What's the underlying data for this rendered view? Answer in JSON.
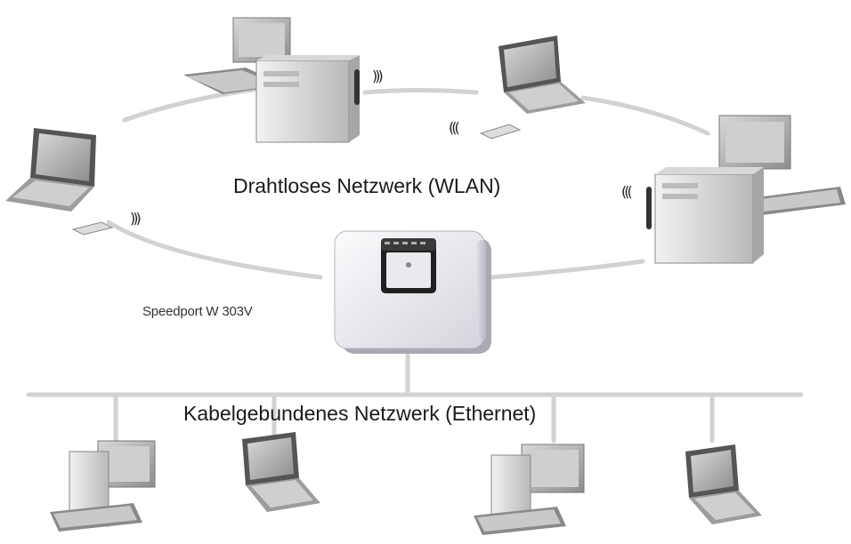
{
  "diagram": {
    "wlan_title": "Drahtloses Netzwerk (WLAN)",
    "ethernet_title": "Kabelgebundenes Netzwerk (Ethernet)",
    "router_label": "Speedport W 303V",
    "colors": {
      "connection_line": "#d2d2d2",
      "device_body": "#e2e2e2",
      "device_shadow": "#9a9a9a",
      "router_body": "#ededf2"
    },
    "wireless_signal_glyph_right": ")))",
    "wireless_signal_glyph_left": "((("
  }
}
